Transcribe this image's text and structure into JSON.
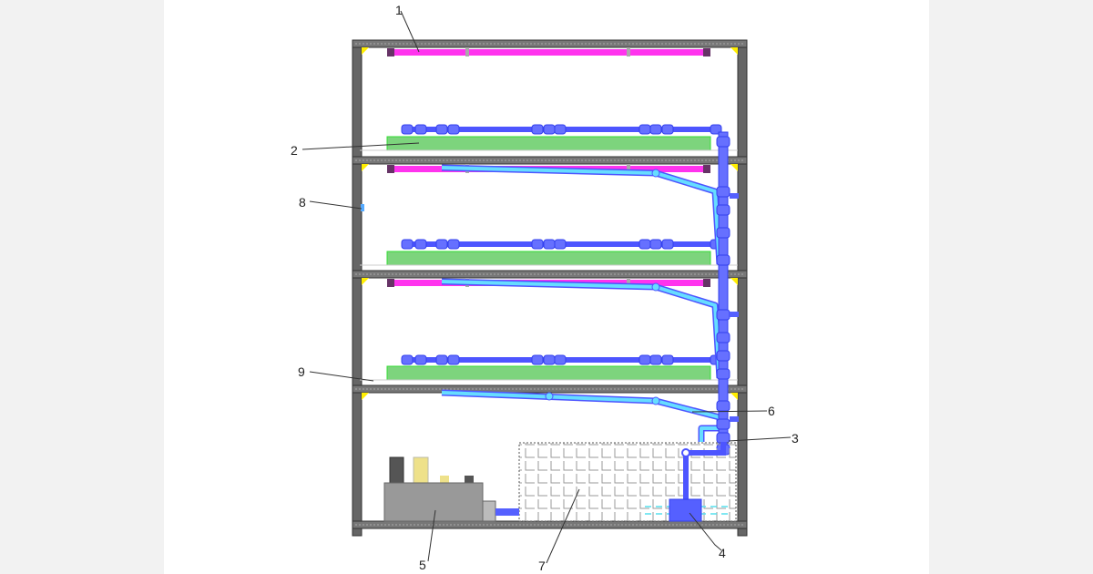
{
  "labels": {
    "l1": "1",
    "l2": "2",
    "l3": "3",
    "l4": "4",
    "l5": "5",
    "l6": "6",
    "l7": "7",
    "l8": "8",
    "l9": "9"
  },
  "colors": {
    "frame": "#4a4a4a",
    "light_bar": "#ff33ee",
    "tray": "#66cc66",
    "pipe": "#4d55ff",
    "drain": "#66ddff",
    "bracket": "#ffee00",
    "tank_grid": "#888888",
    "reservoir_box": "#999999"
  }
}
